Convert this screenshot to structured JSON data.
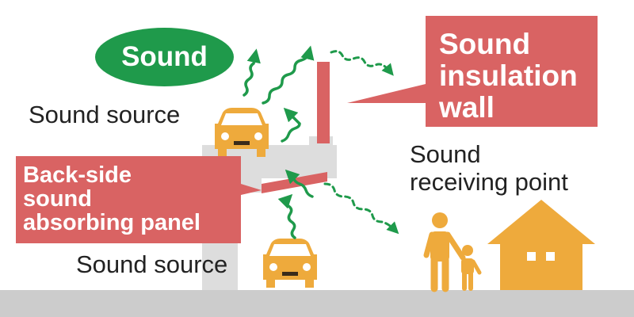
{
  "diagram": {
    "sound_badge": "Sound",
    "sound_insulation_wall": [
      "Sound",
      "insulation",
      "wall"
    ],
    "back_side_panel": [
      "Back-side",
      "sound",
      "absorbing panel"
    ],
    "sound_source_top": "Sound source",
    "sound_source_bottom": "Sound source",
    "receiving_point": [
      "Sound",
      "receiving point"
    ]
  },
  "colors": {
    "wall_red": "#d96363",
    "sound_green": "#1f9a4b",
    "car_yellow": "#eeaa3c",
    "structure_gray": "#dddddd",
    "ground_gray": "#cccccc"
  },
  "icons": [
    "car-icon",
    "people-icon",
    "house-icon",
    "sound-wave-arrow-icon"
  ]
}
